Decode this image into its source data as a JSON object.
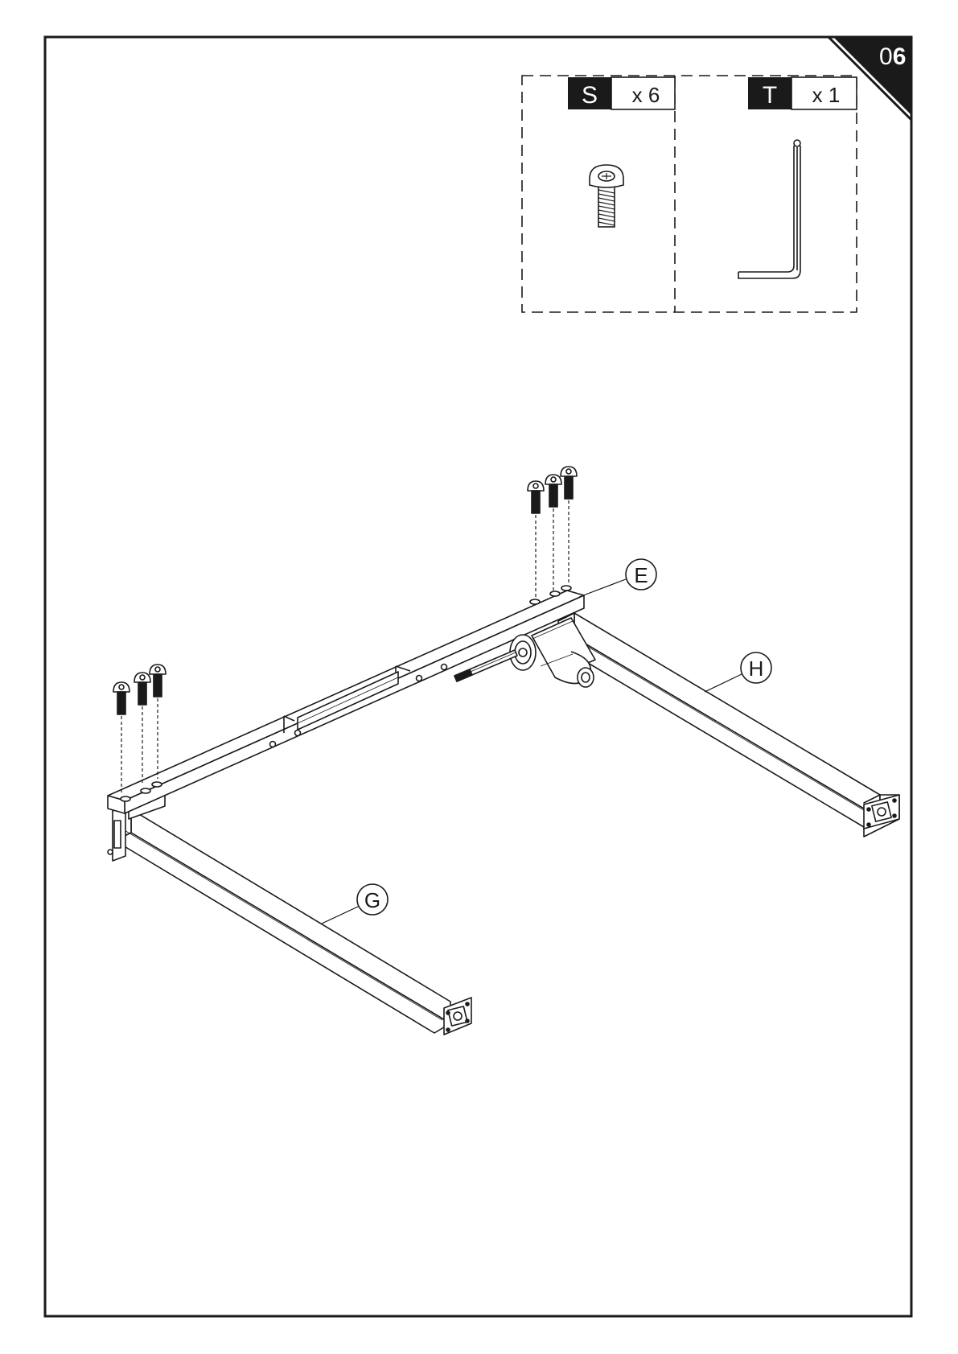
{
  "page": {
    "step_prefix": "0",
    "step_number": "6"
  },
  "parts": [
    {
      "letter": "S",
      "quantity": "x 6",
      "icon": "screw-icon"
    },
    {
      "letter": "T",
      "quantity": "x 1",
      "icon": "allen-key-icon"
    }
  ],
  "callouts": {
    "crossbar": "E",
    "leg_right": "H",
    "leg_left": "G"
  },
  "colors": {
    "ink": "#1a1a1a",
    "header_fill": "#1a1a1a",
    "paper": "#ffffff"
  }
}
